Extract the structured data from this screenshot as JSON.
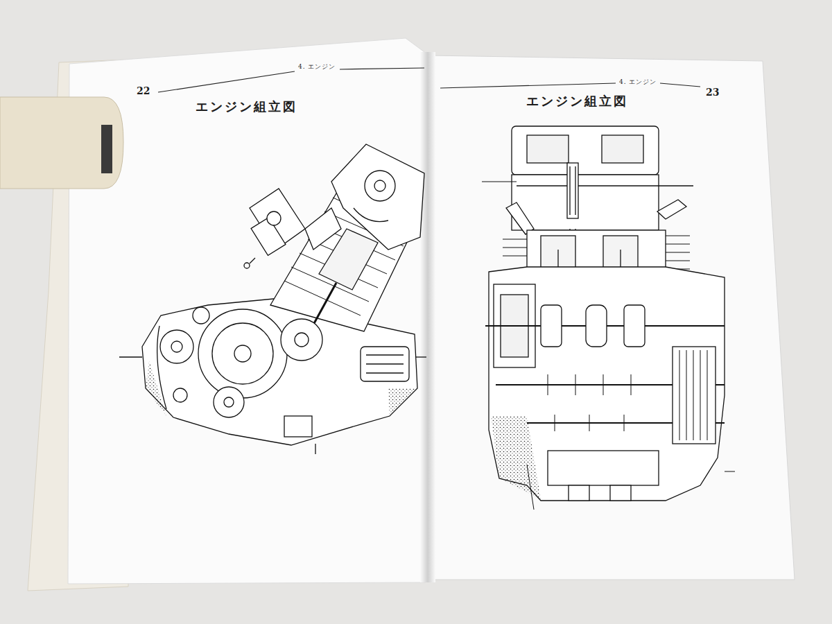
{
  "diagram": {
    "labels": [
      "22",
      "4. エンジン",
      "エンジン組立図",
      "4. エンジン",
      "エンジン組立図",
      "23"
    ]
  }
}
